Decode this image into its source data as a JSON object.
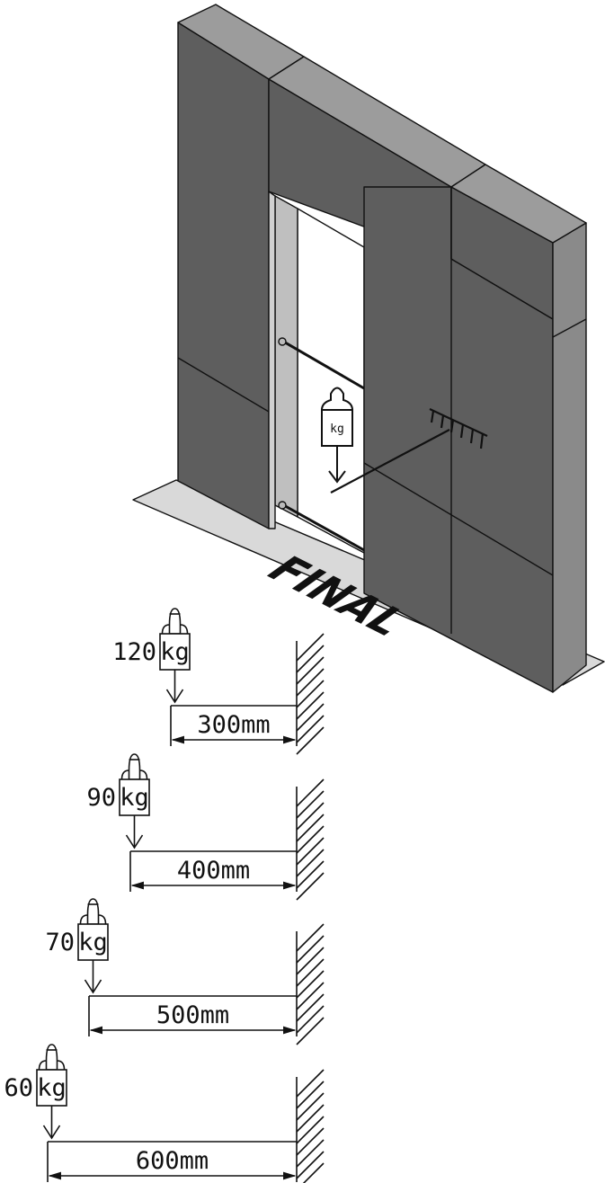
{
  "figure": {
    "brand_text": "FINAL",
    "weight_symbol_label": "kg",
    "colors": {
      "panel_front": "#5e5e5e",
      "panel_side": "#8a8a8a",
      "panel_top": "#9c9c9c",
      "floor": "#d9d9d9",
      "line": "#111111"
    }
  },
  "load_cases": [
    {
      "mass": "120",
      "unit": "kg",
      "length": "300mm"
    },
    {
      "mass": "90",
      "unit": "kg",
      "length": "400mm"
    },
    {
      "mass": "70",
      "unit": "kg",
      "length": "500mm"
    },
    {
      "mass": "60",
      "unit": "kg",
      "length": "600mm"
    }
  ]
}
